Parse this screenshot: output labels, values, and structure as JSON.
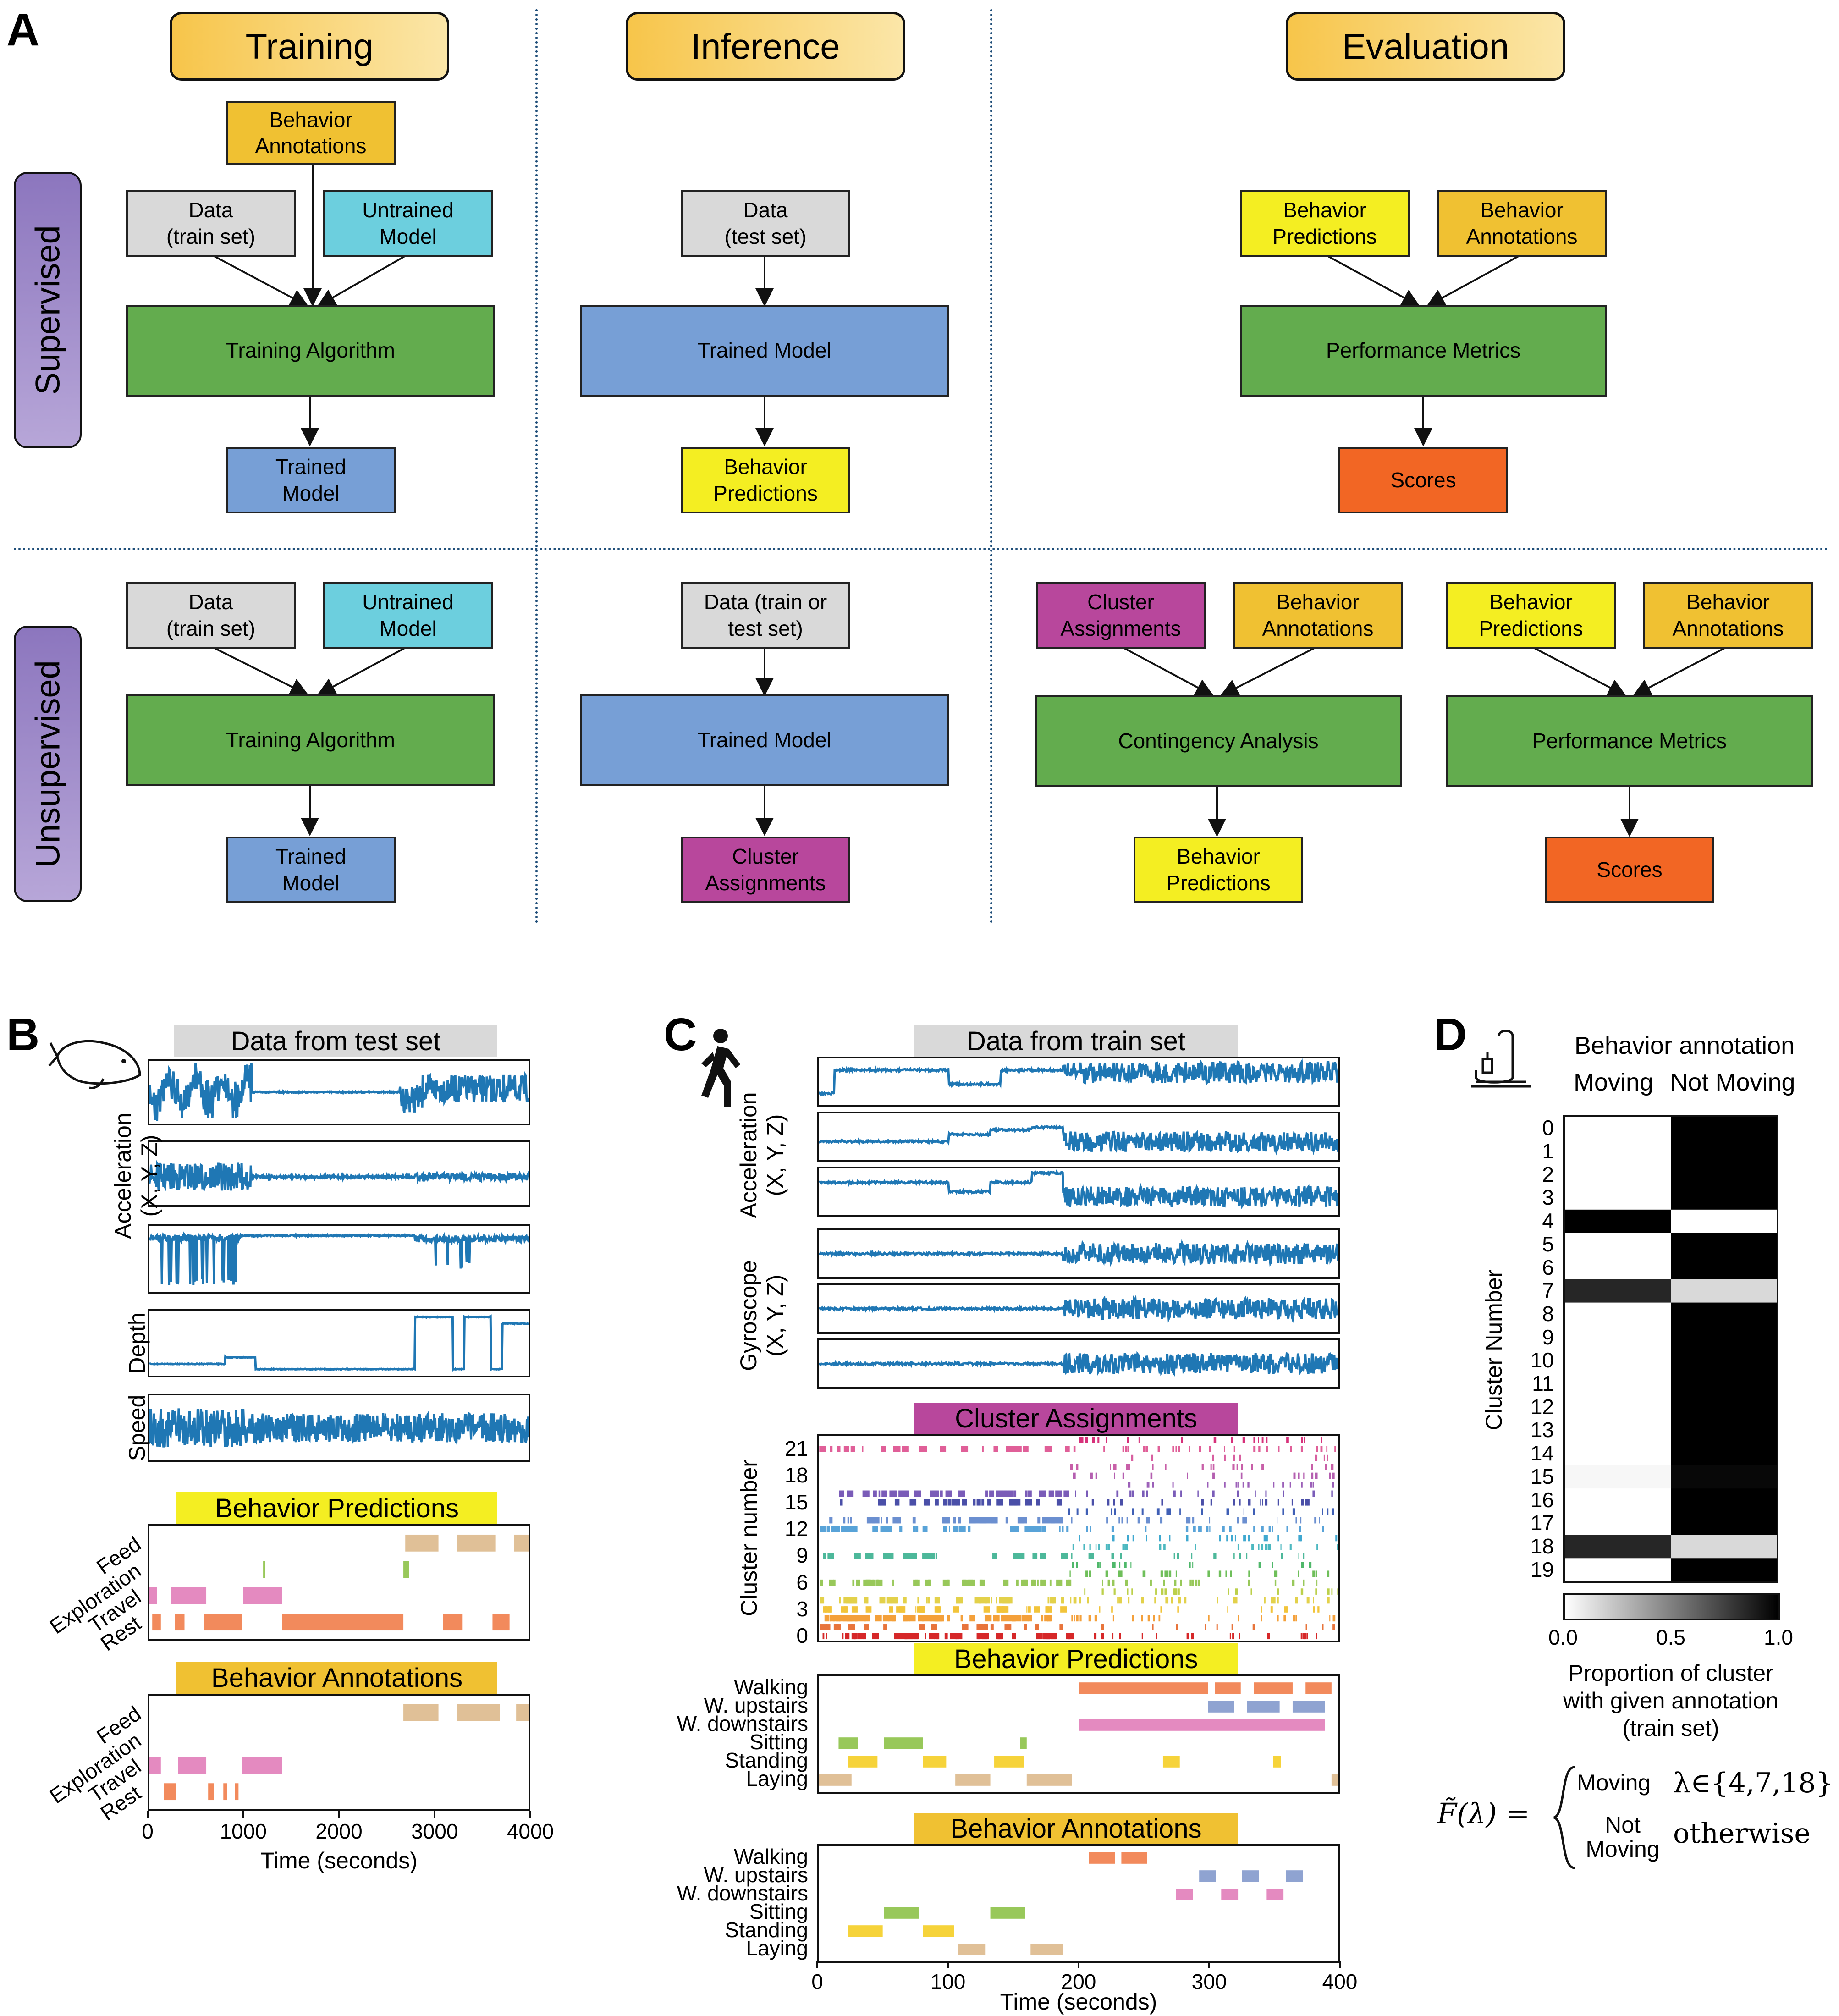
{
  "panel_a": {
    "letter": "A",
    "phases": {
      "training": "Training",
      "inference": "Inference",
      "evaluation": "Evaluation"
    },
    "rows": {
      "supervised": "Supervised",
      "unsupervised": "Unsupervised"
    },
    "sup": {
      "behavior_annotations": "Behavior\nAnnotations",
      "data_train": "Data\n(train set)",
      "untrained_model": "Untrained\nModel",
      "training_algorithm": "Training Algorithm",
      "trained_model_out": "Trained\nModel",
      "data_test": "Data\n(test set)",
      "trained_model": "Trained Model",
      "behavior_predictions": "Behavior\nPredictions",
      "eval_predictions": "Behavior\nPredictions",
      "eval_annotations": "Behavior\nAnnotations",
      "performance_metrics": "Performance Metrics",
      "scores": "Scores"
    },
    "unsup": {
      "data_train": "Data\n(train set)",
      "untrained_model": "Untrained\nModel",
      "training_algorithm": "Training Algorithm",
      "trained_model_out": "Trained\nModel",
      "data_train_or_test": "Data (train or\ntest set)",
      "trained_model": "Trained Model",
      "cluster_assignments": "Cluster\nAssignments",
      "eval_clusters": "Cluster\nAssignments",
      "eval_annotations_1": "Behavior\nAnnotations",
      "contingency_analysis": "Contingency Analysis",
      "behavior_predictions_out": "Behavior\nPredictions",
      "eval_predictions": "Behavior\nPredictions",
      "eval_annotations_2": "Behavior\nAnnotations",
      "performance_metrics": "Performance Metrics",
      "scores": "Scores"
    }
  },
  "panel_b": {
    "letter": "B",
    "header_data": "Data from test set",
    "ylabel_acc": "Acceleration\n(X, Y, Z)",
    "ylabel_depth": "Depth",
    "ylabel_speed": "Speed",
    "header_pred": "Behavior Predictions",
    "header_annot": "Behavior Annotations",
    "categories": [
      "Feed",
      "Exploration",
      "Travel",
      "Rest"
    ],
    "xlabel": "Time (seconds)",
    "xticks": [
      "0",
      "1000",
      "2000",
      "3000",
      "4000"
    ]
  },
  "panel_c": {
    "letter": "C",
    "header_data": "Data from train set",
    "ylabel_acc": "Acceleration\n(X, Y, Z)",
    "ylabel_gyro": "Gyroscope\n(X, Y, Z)",
    "header_cluster": "Cluster Assignments",
    "cluster_ylabel": "Cluster number",
    "cluster_ticks": [
      "21",
      "18",
      "15",
      "12",
      "9",
      "6",
      "3",
      "0"
    ],
    "header_pred": "Behavior Predictions",
    "header_annot": "Behavior Annotations",
    "categories": [
      "Walking",
      "W. upstairs",
      "W. downstairs",
      "Sitting",
      "Standing",
      "Laying"
    ],
    "xlabel": "Time (seconds)",
    "xticks": [
      "0",
      "100",
      "200",
      "300",
      "400"
    ]
  },
  "panel_d": {
    "letter": "D",
    "title": "Behavior annotation",
    "columns": [
      "Moving",
      "Not Moving"
    ],
    "ylabel": "Cluster Number",
    "rows": [
      "0",
      "1",
      "2",
      "3",
      "4",
      "5",
      "6",
      "7",
      "8",
      "9",
      "10",
      "11",
      "12",
      "13",
      "14",
      "15",
      "16",
      "17",
      "18",
      "19"
    ],
    "moving_proportion": [
      0,
      0,
      0,
      0,
      1,
      0,
      0,
      0.85,
      0,
      0,
      0,
      0,
      0,
      0,
      0,
      0.03,
      0,
      0,
      0.85,
      0
    ],
    "colorbar_ticks": [
      "0.0",
      "0.5",
      "1.0"
    ],
    "colorbar_label": "Proportion of cluster\nwith given annotation\n(train set)",
    "formula_lhs": "F̃(λ) =",
    "formula_case1_label": "Moving",
    "formula_case1_cond": "λ∈{4,7,18}",
    "formula_case2_label": "Not\nMoving",
    "formula_case2_cond": "otherwise"
  },
  "colors": {
    "trace": "#1f77b4",
    "walking": "#f28a5c",
    "upstairs": "#8fa3d1",
    "downstairs": "#e48ac0",
    "sitting": "#98c85a",
    "standing": "#f6d33a",
    "laying": "#e0c097",
    "feed": "#e0c097",
    "exploration": "#98c85a",
    "travel": "#e48ac0",
    "rest": "#f28a5c"
  },
  "chart_data": [
    {
      "type": "bar",
      "title": "Behavior Predictions",
      "xlabel": "Time (seconds)",
      "xlim": [
        0,
        4000
      ],
      "categories": [
        "Feed",
        "Exploration",
        "Travel",
        "Rest"
      ],
      "segments": {
        "Feed": [
          [
            2700,
            3050
          ],
          [
            3250,
            3650
          ],
          [
            3850,
            4000
          ]
        ],
        "Exploration": [
          [
            1200,
            1220
          ],
          [
            2680,
            2740
          ]
        ],
        "Travel": [
          [
            0,
            80
          ],
          [
            230,
            600
          ],
          [
            990,
            1400
          ]
        ],
        "Rest": [
          [
            30,
            120
          ],
          [
            270,
            370
          ],
          [
            580,
            980
          ],
          [
            1400,
            2680
          ],
          [
            3100,
            3300
          ],
          [
            3620,
            3800
          ]
        ]
      }
    },
    {
      "type": "bar",
      "title": "Behavior Annotations",
      "xlabel": "Time (seconds)",
      "xlim": [
        0,
        4000
      ],
      "categories": [
        "Feed",
        "Exploration",
        "Travel",
        "Rest"
      ],
      "segments": {
        "Feed": [
          [
            2680,
            3050
          ],
          [
            3250,
            3700
          ],
          [
            3870,
            4000
          ]
        ],
        "Exploration": [],
        "Travel": [
          [
            0,
            120
          ],
          [
            300,
            600
          ],
          [
            980,
            1400
          ]
        ],
        "Rest": [
          [
            150,
            280
          ],
          [
            620,
            680
          ],
          [
            780,
            820
          ],
          [
            900,
            940
          ]
        ]
      }
    },
    {
      "type": "bar",
      "title": "Behavior Predictions",
      "xlabel": "Time (seconds)",
      "xlim": [
        0,
        400
      ],
      "categories": [
        "Walking",
        "W. upstairs",
        "W. downstairs",
        "Sitting",
        "Standing",
        "Laying"
      ],
      "segments": {
        "Walking": [
          [
            200,
            300
          ],
          [
            305,
            325
          ],
          [
            335,
            365
          ],
          [
            375,
            395
          ]
        ],
        "W. upstairs": [
          [
            300,
            320
          ],
          [
            330,
            355
          ],
          [
            365,
            390
          ]
        ],
        "W. downstairs": [
          [
            200,
            390
          ]
        ],
        "Sitting": [
          [
            15,
            30
          ],
          [
            50,
            80
          ],
          [
            155,
            160
          ]
        ],
        "Standing": [
          [
            22,
            45
          ],
          [
            80,
            98
          ],
          [
            135,
            158
          ],
          [
            265,
            278
          ],
          [
            350,
            356
          ]
        ],
        "Laying": [
          [
            0,
            25
          ],
          [
            105,
            132
          ],
          [
            160,
            195
          ],
          [
            395,
            400
          ]
        ]
      }
    },
    {
      "type": "bar",
      "title": "Behavior Annotations",
      "xlabel": "Time (seconds)",
      "xlim": [
        0,
        400
      ],
      "categories": [
        "Walking",
        "W. upstairs",
        "W. downstairs",
        "Sitting",
        "Standing",
        "Laying"
      ],
      "segments": {
        "Walking": [
          [
            208,
            228
          ],
          [
            233,
            253
          ]
        ],
        "W. upstairs": [
          [
            293,
            306
          ],
          [
            326,
            339
          ],
          [
            360,
            373
          ]
        ],
        "W. downstairs": [
          [
            275,
            288
          ],
          [
            310,
            323
          ],
          [
            345,
            358
          ]
        ],
        "Sitting": [
          [
            50,
            77
          ],
          [
            132,
            159
          ]
        ],
        "Standing": [
          [
            22,
            49
          ],
          [
            80,
            104
          ]
        ],
        "Laying": [
          [
            107,
            128
          ],
          [
            163,
            188
          ]
        ]
      }
    },
    {
      "type": "heatmap",
      "title": "Behavior annotation",
      "columns": [
        "Moving",
        "Not Moving"
      ],
      "rows": [
        "0",
        "1",
        "2",
        "3",
        "4",
        "5",
        "6",
        "7",
        "8",
        "9",
        "10",
        "11",
        "12",
        "13",
        "14",
        "15",
        "16",
        "17",
        "18",
        "19"
      ],
      "values": [
        [
          0,
          1
        ],
        [
          0,
          1
        ],
        [
          0,
          1
        ],
        [
          0,
          1
        ],
        [
          1,
          0
        ],
        [
          0,
          1
        ],
        [
          0,
          1
        ],
        [
          0.85,
          0.15
        ],
        [
          0,
          1
        ],
        [
          0,
          1
        ],
        [
          0,
          1
        ],
        [
          0,
          1
        ],
        [
          0,
          1
        ],
        [
          0,
          1
        ],
        [
          0,
          1
        ],
        [
          0.03,
          0.97
        ],
        [
          0,
          1
        ],
        [
          0,
          1
        ],
        [
          0.85,
          0.15
        ],
        [
          0,
          1
        ]
      ],
      "clim": [
        0.0,
        1.0
      ]
    }
  ]
}
